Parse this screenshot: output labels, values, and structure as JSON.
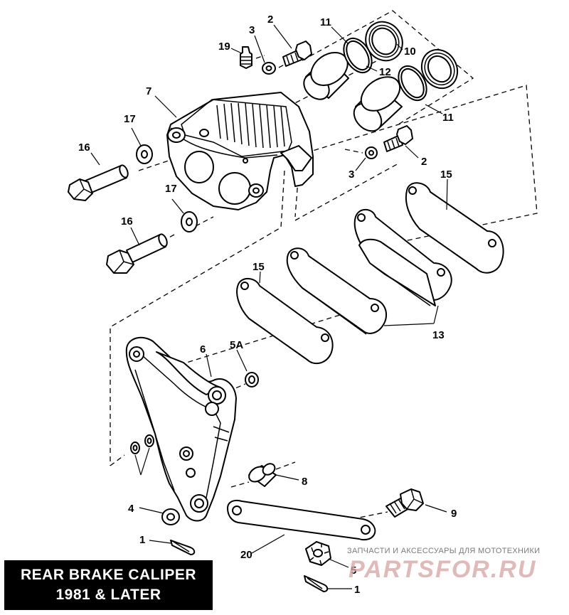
{
  "title": {
    "line1": "REAR BRAKE CALIPER",
    "line2": "1981 & LATER"
  },
  "callouts": {
    "c19": "19",
    "c3a": "3",
    "c2a": "2",
    "c11a": "11",
    "c7": "7",
    "c10": "10",
    "c12": "12",
    "c11b": "11",
    "c17a": "17",
    "c16a": "16",
    "c3b": "3",
    "c2b": "2",
    "c15a": "15",
    "c17b": "17",
    "c16b": "16",
    "c15b": "15",
    "c13": "13",
    "c6": "6",
    "c5a": "5A",
    "c8": "8",
    "c4": "4",
    "c9": "9",
    "c1a": "1",
    "c20": "20",
    "c5": "5",
    "c1b": "1"
  },
  "watermark": {
    "tagline": "ЗАПЧАСТИ И АКСЕССУАРЫ ДЛЯ МОТОТЕХНИКИ",
    "logo": "PARTSFOR.RU"
  }
}
